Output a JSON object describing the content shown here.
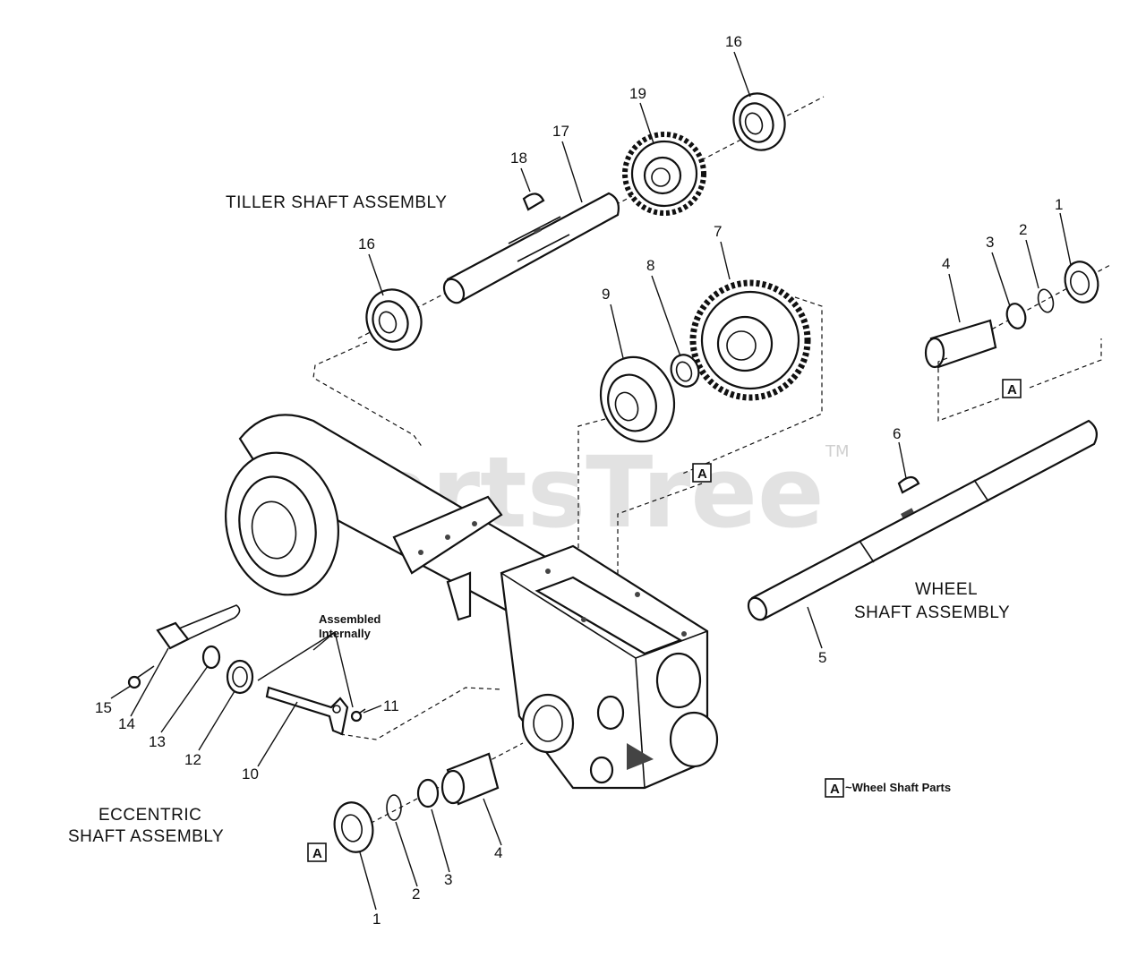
{
  "assemblies": {
    "tiller": "TILLER SHAFT ASSEMBLY",
    "wheel_line1": "WHEEL",
    "wheel_line2": "SHAFT ASSEMBLY",
    "eccentric_line1": "ECCENTRIC",
    "eccentric_line2": "SHAFT ASSEMBLY"
  },
  "note": {
    "line1": "Assembled",
    "line2": "Internally"
  },
  "legend": {
    "marker": "A",
    "text": "~Wheel Shaft Parts"
  },
  "watermark": {
    "brand": "PartsTree",
    "tm": "TM"
  },
  "callouts": {
    "p16_top": "16",
    "p19": "19",
    "p17": "17",
    "p18": "18",
    "p16_left": "16",
    "p7": "7",
    "p8": "8",
    "p9": "9",
    "p4_right": "4",
    "p3_right": "3",
    "p2_right": "2",
    "p1_right": "1",
    "p6": "6",
    "p5": "5",
    "p11": "11",
    "p10": "10",
    "p12": "12",
    "p13": "13",
    "p14": "14",
    "p15": "15",
    "p4_bottom": "4",
    "p3_bottom": "3",
    "p2_bottom": "2",
    "p1_bottom": "1"
  }
}
